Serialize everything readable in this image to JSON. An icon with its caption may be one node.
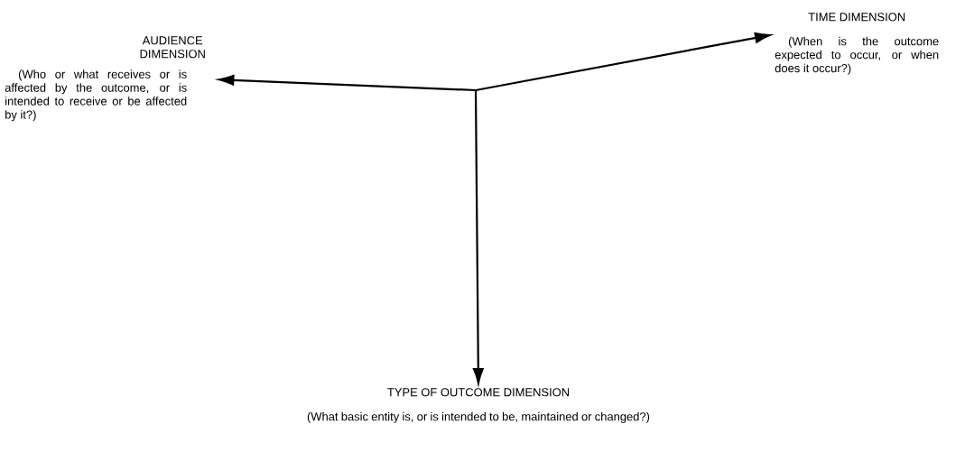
{
  "diagram": {
    "nodes": [
      {
        "text": [
          "AUDIENCE DIMENSION",
          "(Who or what receives or is affected by the outcome, or is intended to receive or be affected by it?)"
        ]
      },
      {
        "text": [
          "TIME DIMENSION",
          "(When is the outcome expected to occur, or when does it occur?)"
        ]
      },
      {
        "text": [
          "TYPE OF OUTCOME DIMENSION",
          "(What basic entity is, or is intended to be, maintained or changed?)"
        ]
      }
    ],
    "edges": [
      {
        "from": null,
        "to": 0,
        "arrow": "to"
      },
      {
        "from": null,
        "to": 1,
        "arrow": "to"
      },
      {
        "from": null,
        "to": 2,
        "arrow": "to"
      }
    ]
  }
}
